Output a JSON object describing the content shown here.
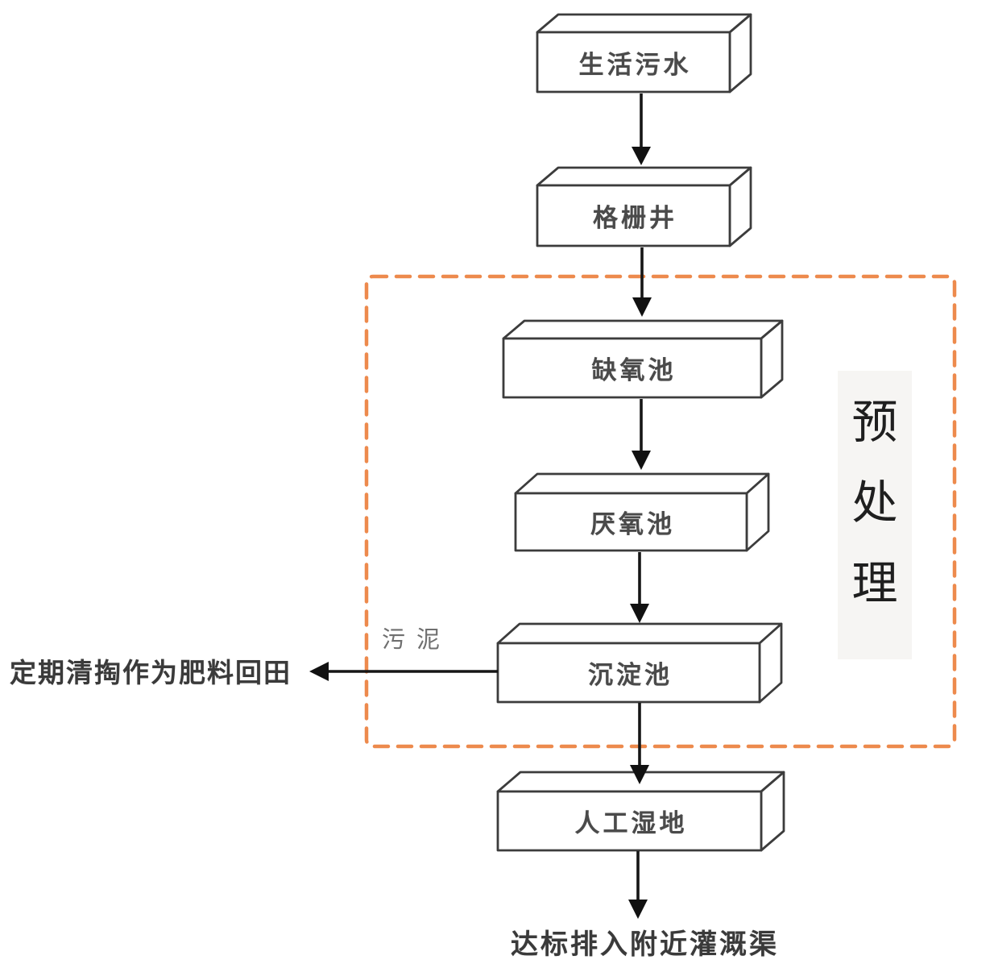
{
  "diagram": {
    "type": "flowchart",
    "nodes": [
      {
        "id": "sewage",
        "label": "生活污水"
      },
      {
        "id": "grid-well",
        "label": "格栅井"
      },
      {
        "id": "anoxic-tank",
        "label": "缺氧池"
      },
      {
        "id": "anaerobic-tank",
        "label": "厌氧池"
      },
      {
        "id": "sedimentation-tank",
        "label": "沉淀池"
      },
      {
        "id": "constructed-wetland",
        "label": "人工湿地"
      }
    ],
    "flow_order": [
      "生活污水",
      "格栅井",
      "缺氧池",
      "厌氧池",
      "沉淀池",
      "人工湿地"
    ],
    "group": {
      "label": "预处理",
      "chars": [
        "预",
        "处",
        "理"
      ],
      "members": [
        "缺氧池",
        "厌氧池",
        "沉淀池"
      ]
    },
    "edge_label_sludge": "污泥",
    "annotation_left": "定期清掏作为肥料回田",
    "annotation_bottom": "达标排入附近灌溉渠",
    "colors": {
      "dashed_border": "#ED8A4D",
      "box_border": "#3C3C3C",
      "box_fill": "#FFFFFF",
      "arrow": "#161616",
      "node_text": "#4A4A4A",
      "group_text": "#1F1F1F",
      "group_band": "#F6F5F3"
    }
  }
}
